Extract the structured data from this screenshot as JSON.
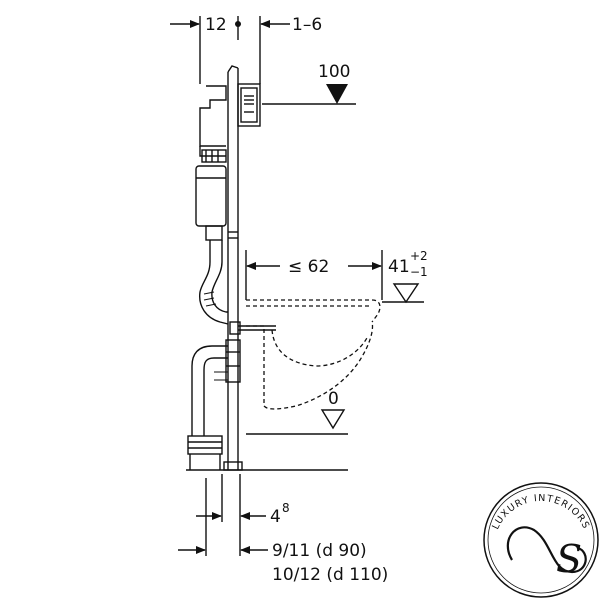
{
  "dimensions": {
    "top_left": "12",
    "top_right": "1–6",
    "level_100": "100",
    "max_depth": "≤ 62",
    "height_base": "41",
    "height_tol_plus": "+2",
    "height_tol_minus": "−1",
    "level_0": "0",
    "bottom_offset_base": "4",
    "bottom_offset_sup": "8",
    "pipe_size_90": "9/11   (d 90)",
    "pipe_size_110": "10/12 (d 110)"
  },
  "logo": {
    "arc_text": "LUXURY INTERIORS",
    "monogram": "S"
  },
  "colors": {
    "line": "#111111",
    "background": "#ffffff"
  }
}
